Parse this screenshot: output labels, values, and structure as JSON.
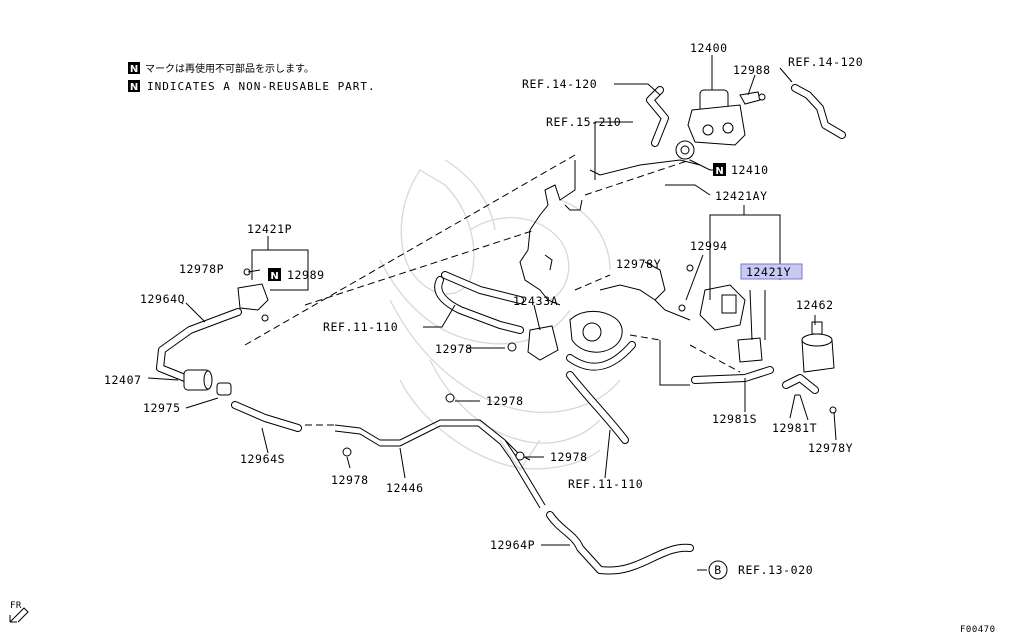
{
  "notes": {
    "badge": "N",
    "japanese": "マークは再使用不可部品を示します。",
    "english": "INDICATES A NON-REUSABLE PART."
  },
  "labels": {
    "p12400": "12400",
    "p12988": "12988",
    "ref14120_left": "REF.14-120",
    "ref14120_right": "REF.14-120",
    "ref15210": "REF.15-210",
    "p12410": "12410",
    "p12421AY": "12421AY",
    "p12421P": "12421P",
    "p12994": "12994",
    "p12978Y_top": "12978Y",
    "p12421Y": "12421Y",
    "p12978P": "12978P",
    "p12989": "12989",
    "p12964Q": "12964Q",
    "p12433A": "12433A",
    "ref11110_left": "REF.11-110",
    "p12462": "12462",
    "p12978_a": "12978",
    "p12407": "12407",
    "p12975": "12975",
    "p12978_b": "12978",
    "p12981S": "12981S",
    "p12981T": "12981T",
    "p12978Y_bottom": "12978Y",
    "p12964S": "12964S",
    "p12978_c": "12978",
    "p12978_d": "12978",
    "ref11110_bottom": "REF.11-110",
    "p12446": "12446",
    "p12964P": "12964P",
    "circle_b": "B",
    "ref13020": "REF.13-020",
    "front": "FR",
    "figure_code": "F00470"
  },
  "colors": {
    "highlight": "#c9c9f2",
    "watermark": "#d8d8d8"
  }
}
